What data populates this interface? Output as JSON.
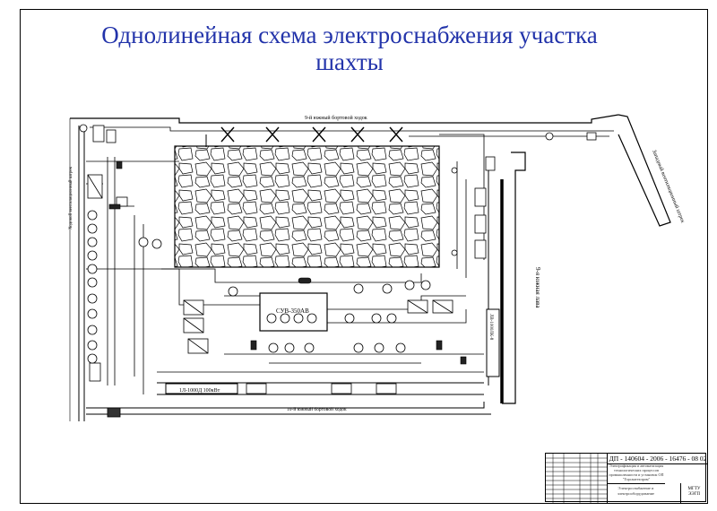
{
  "title": {
    "line1": "Однолинейная схема электроснабжения участка",
    "line2": "шахты"
  },
  "labels": {
    "top_drift": "9-й южный бортовой ходок",
    "bottom_drift": "10-й южный бортовой ходок",
    "right_lava": "9-я южная лава",
    "right_shaft": "Западный вентиляционный штрек",
    "left_shaft": "Ходовой вентиляционный штрек",
    "suv": "СУВ-350АВ",
    "transformer": "1Л-1000Д 100кВт",
    "vertical_box": "ЛВ-1000ЛК-8"
  },
  "stamp": {
    "code": "ДП - 140604 - 2006 - 16476 - 08 02",
    "desc": "Электрификация и автоматизация технологических процессов промышленности и установок ОП \"Горсантехпром\"",
    "sheet": "Электроснабжение и электрооборудование",
    "org_line1": "МГТУ",
    "org_line2": "ЭЭГП"
  },
  "colors": {
    "title": "#2233aa",
    "lines": "#000000"
  }
}
